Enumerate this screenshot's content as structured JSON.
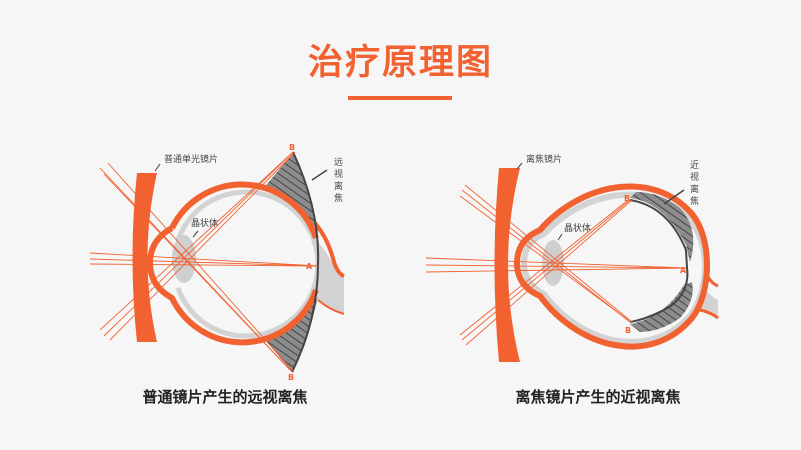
{
  "title": "治疗原理图",
  "colors": {
    "accent": "#f26130",
    "gray": "#d3d3d3",
    "dark": "#444444"
  },
  "left_diagram": {
    "caption": "普通镜片产生的远视离焦",
    "lens_label": "普通单光镜片",
    "crystalline_label": "晶状体",
    "defocus_label": [
      "远",
      "视",
      "离",
      "焦"
    ],
    "point_a": "A",
    "point_b_top": "B",
    "point_b_bottom": "B"
  },
  "right_diagram": {
    "caption": "离焦镜片产生的近视离焦",
    "lens_label": "离焦镜片",
    "crystalline_label": "晶状体",
    "defocus_label": [
      "近",
      "视",
      "离",
      "焦"
    ],
    "point_a": "A",
    "point_b_top": "B",
    "point_b_bottom": "B"
  }
}
